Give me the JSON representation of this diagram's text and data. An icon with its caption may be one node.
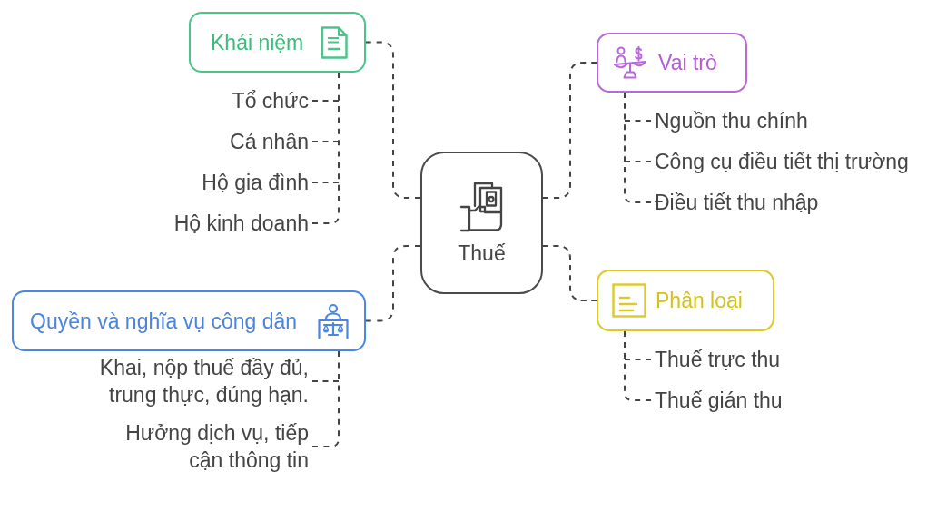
{
  "diagram": {
    "nodes": [
      {
        "text": [
          "Thuế"
        ]
      },
      {
        "text": [
          "Khái niệm"
        ]
      },
      {
        "text": [
          "Tổ chức"
        ]
      },
      {
        "text": [
          "Cá nhân"
        ]
      },
      {
        "text": [
          "Hộ gia đình"
        ]
      },
      {
        "text": [
          "Hộ kinh doanh"
        ]
      },
      {
        "text": [
          "Vai trò"
        ]
      },
      {
        "text": [
          "Nguồn thu chính"
        ]
      },
      {
        "text": [
          "Công cụ điều tiết thị trường"
        ]
      },
      {
        "text": [
          "Điều tiết thu nhập"
        ]
      },
      {
        "text": [
          "Quyền và nghĩa vụ công dân"
        ]
      },
      {
        "text": [
          "Khai, nộp thuế đầy đủ, trung thực, đúng hạn."
        ]
      },
      {
        "text": [
          "Hưởng dịch vụ, tiếp cận thông tin"
        ]
      },
      {
        "text": [
          "Phân loại"
        ]
      },
      {
        "text": [
          "Thuế trực thu"
        ]
      },
      {
        "text": [
          "Thuế gián thu"
        ]
      }
    ],
    "edges": [
      {
        "from": 0,
        "to": 1,
        "arrow": "none",
        "style": "dashed"
      },
      {
        "from": 1,
        "to": 2,
        "arrow": "none",
        "style": "dashed"
      },
      {
        "from": 1,
        "to": 3,
        "arrow": "none",
        "style": "dashed"
      },
      {
        "from": 1,
        "to": 4,
        "arrow": "none",
        "style": "dashed"
      },
      {
        "from": 1,
        "to": 5,
        "arrow": "none",
        "style": "dashed"
      },
      {
        "from": 0,
        "to": 6,
        "arrow": "none",
        "style": "dashed"
      },
      {
        "from": 6,
        "to": 7,
        "arrow": "none",
        "style": "dashed"
      },
      {
        "from": 6,
        "to": 8,
        "arrow": "none",
        "style": "dashed"
      },
      {
        "from": 6,
        "to": 9,
        "arrow": "none",
        "style": "dashed"
      },
      {
        "from": 0,
        "to": 10,
        "arrow": "none",
        "style": "dashed"
      },
      {
        "from": 10,
        "to": 11,
        "arrow": "none",
        "style": "dashed"
      },
      {
        "from": 10,
        "to": 12,
        "arrow": "none",
        "style": "dashed"
      },
      {
        "from": 0,
        "to": 13,
        "arrow": "none",
        "style": "dashed"
      },
      {
        "from": 13,
        "to": 14,
        "arrow": "none",
        "style": "dashed"
      },
      {
        "from": 13,
        "to": 15,
        "arrow": "none",
        "style": "dashed"
      }
    ]
  }
}
